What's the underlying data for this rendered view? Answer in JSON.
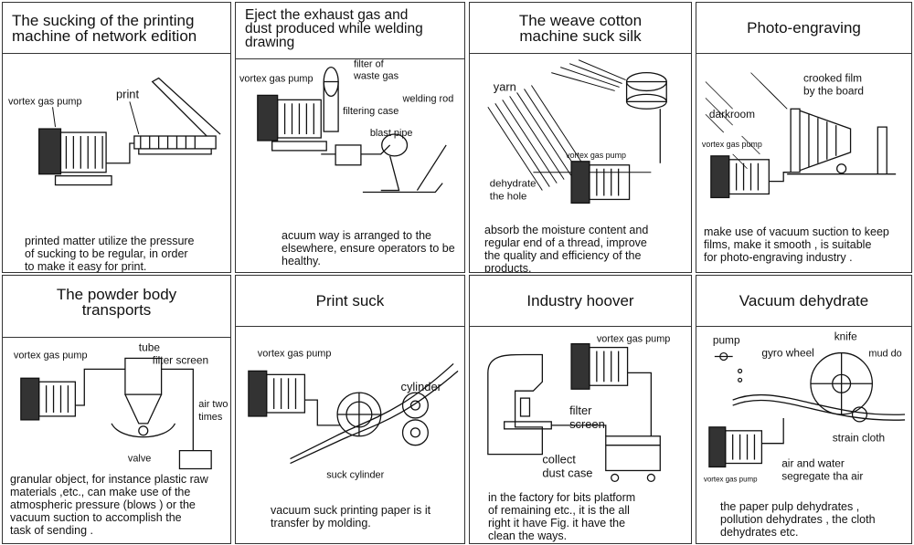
{
  "panels": [
    {
      "title": "The sucking of the printing\nmachine of network edition",
      "labels": {
        "pump": "vortex gas pump",
        "print": "print"
      },
      "description": "printed matter utilize the pressure\nof sucking to be regular, in order\nto make it easy for print."
    },
    {
      "title": "Eject the exhaust gas and\ndust produced while welding\ndrawing",
      "labels": {
        "pump": "vortex gas pump",
        "filter": "filter of\nwaste gas",
        "rod": "welding rod",
        "case": "filtering case",
        "pipe": "blast pipe"
      },
      "description": "acuum way is arranged to the\nelsewhere, ensure operators to be\nhealthy."
    },
    {
      "title": "The weave cotton\nmachine suck silk",
      "labels": {
        "yarn": "yarn",
        "pump": "vortex gas pump",
        "hole": "dehydrate\nthe hole"
      },
      "description": "absorb the moisture content and\nregular end of a thread, improve\nthe quality and efficiency of the\nproducts."
    },
    {
      "title": "Photo-engraving",
      "labels": {
        "film": "crooked film\nby the board",
        "darkroom": "darkroom",
        "pump": "vortex gas pump"
      },
      "description": "make use of vacuum suction to keep\nfilms, make it smooth , is suitable\nfor photo-engraving industry ."
    },
    {
      "title": "The powder body\ntransports",
      "labels": {
        "tube": "tube",
        "pump": "vortex gas pump",
        "screen": "filter screen",
        "air": "air two\ntimes",
        "valve": "valve"
      },
      "description": "granular object, for instance plastic raw\nmaterials ,etc., can make use of the\natmospheric pressure (blows ) or the\nvacuum suction to accomplish the\ntask of sending ."
    },
    {
      "title": "Print suck",
      "labels": {
        "pump": "vortex gas pump",
        "cylinder": "cylinder",
        "suck": "suck cylinder"
      },
      "description": "vacuum suck printing paper is it\ntransfer by molding."
    },
    {
      "title": "Industry hoover",
      "labels": {
        "pump": "vortex gas pump",
        "screen": "filter\nscreen",
        "collect": "collect\ndust case"
      },
      "description": "in the factory for bits platform\nof remaining etc., it is the all\nright it have Fig. it have the\nclean the ways."
    },
    {
      "title": "Vacuum dehydrate",
      "labels": {
        "pump": "pump",
        "gyro": "gyro wheel",
        "knife": "knife",
        "mud": "mud do",
        "strain": "strain cloth",
        "air": "air and water\nsegregate tha air",
        "vgp": "vortex gas pump"
      },
      "description": "the paper pulp dehydrates ,\npollution dehydrates , the cloth\ndehydrates etc."
    }
  ]
}
